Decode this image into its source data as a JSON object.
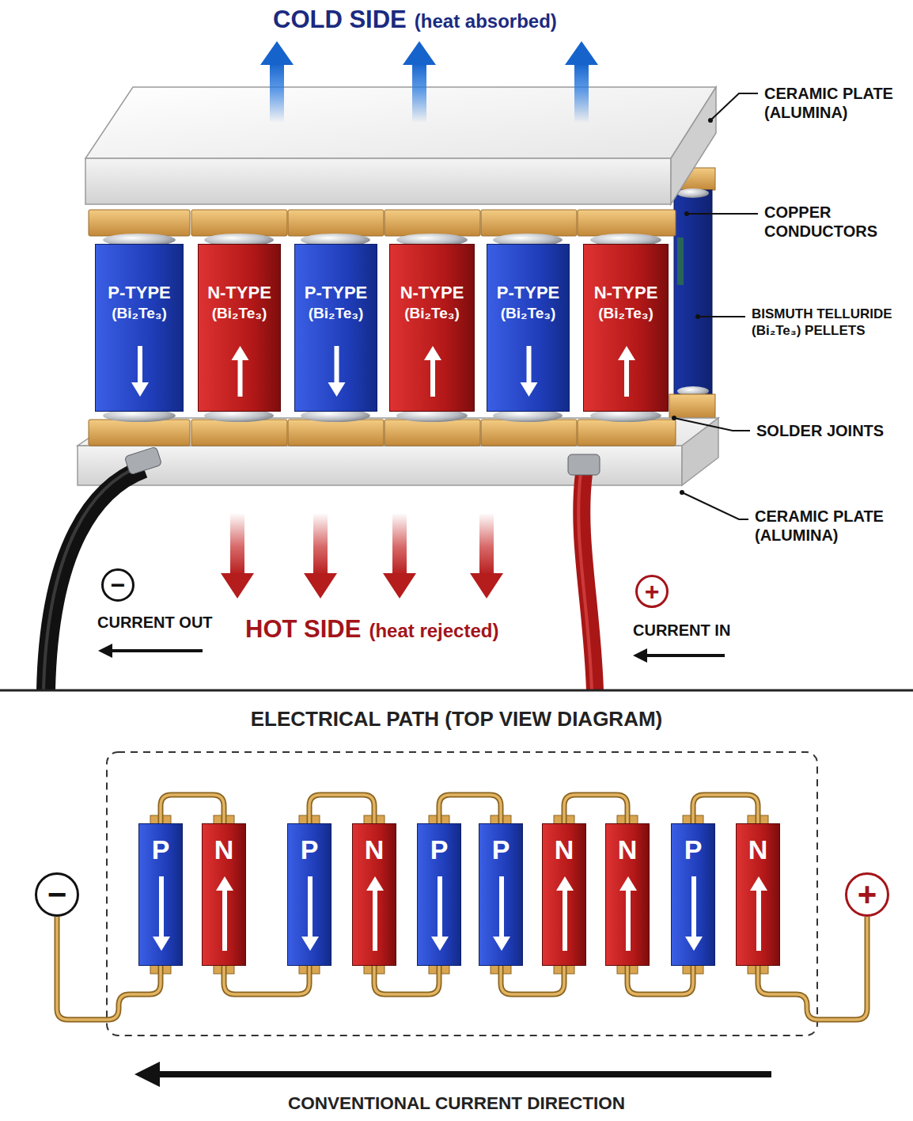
{
  "diagram": {
    "nodes": [
      {
        "text": [
          "P-TYPE",
          "(Bi₂Te₃)"
        ]
      },
      {
        "text": [
          "N-TYPE",
          "(Bi₂Te₃)"
        ]
      },
      {
        "text": [
          "P-TYPE",
          "(Bi₂Te₃)"
        ]
      },
      {
        "text": [
          "N-TYPE",
          "(Bi₂Te₃)"
        ]
      },
      {
        "text": [
          "P-TYPE",
          "(Bi₂Te₃)"
        ]
      },
      {
        "text": [
          "N-TYPE",
          "(Bi₂Te₃)"
        ]
      },
      {
        "text": [
          "−"
        ]
      },
      {
        "text": [
          "+"
        ]
      },
      {
        "text": [
          "−"
        ]
      },
      {
        "text": [
          "P"
        ]
      },
      {
        "text": [
          "N"
        ]
      },
      {
        "text": [
          "P"
        ]
      },
      {
        "text": [
          "N"
        ]
      },
      {
        "text": [
          "P"
        ]
      },
      {
        "text": [
          "P"
        ]
      },
      {
        "text": [
          "N"
        ]
      },
      {
        "text": [
          "N"
        ]
      },
      {
        "text": [
          "P"
        ]
      },
      {
        "text": [
          "N"
        ]
      },
      {
        "text": [
          "+"
        ]
      }
    ],
    "edges": [
      {
        "from": 8,
        "to": 9,
        "arrow": "none"
      },
      {
        "from": 9,
        "to": 10,
        "arrow": "none"
      },
      {
        "from": 10,
        "to": 11,
        "arrow": "none"
      },
      {
        "from": 11,
        "to": 12,
        "arrow": "none"
      },
      {
        "from": 12,
        "to": 13,
        "arrow": "none"
      },
      {
        "from": 13,
        "to": 14,
        "arrow": "none"
      },
      {
        "from": 14,
        "to": 15,
        "arrow": "none"
      },
      {
        "from": 15,
        "to": 16,
        "arrow": "none"
      },
      {
        "from": 16,
        "to": 17,
        "arrow": "none"
      },
      {
        "from": 17,
        "to": 18,
        "arrow": "none"
      },
      {
        "from": 18,
        "to": 19,
        "arrow": "none"
      }
    ],
    "labels": [
      "COLD SIDE",
      "(heat absorbed)",
      "CERAMIC PLATE (ALUMINA)",
      "COPPER CONDUCTORS",
      "BISMUTH TELLURIDE (Bi₂Te₃) PELLETS",
      "SOLDER JOINTS",
      "CERAMIC PLATE (ALUMINA)",
      "CURRENT OUT",
      "HOT SIDE",
      "(heat rejected)",
      "CURRENT IN",
      "ELECTRICAL PATH (TOP VIEW DIAGRAM)",
      "CONVENTIONAL CURRENT DIRECTION"
    ]
  }
}
